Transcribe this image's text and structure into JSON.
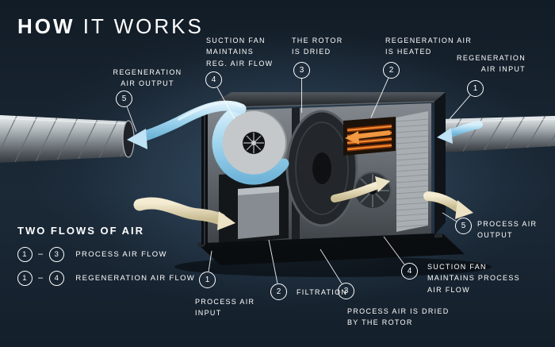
{
  "title": {
    "bold": "HOW",
    "rest": " IT WORKS"
  },
  "colors": {
    "background": "#1b2937",
    "accent_blue": "#9fd4ee",
    "process_cream": "#e9dfbe",
    "heater_orange": "#f08a2e",
    "text": "#ffffff"
  },
  "legend": {
    "heading": "TWO FLOWS OF AIR",
    "separator": "–",
    "rows": [
      {
        "from": "1",
        "to": "3",
        "label": "PROCESS AIR FLOW"
      },
      {
        "from": "1",
        "to": "4",
        "label": "REGENERATION AIR FLOW"
      }
    ]
  },
  "callouts": {
    "top": [
      {
        "num": "5",
        "label": "REGENERATION\nAIR OUTPUT"
      },
      {
        "num": "4",
        "label": "SUCTION FAN\nMAINTAINS\nREG. AIR FLOW"
      },
      {
        "num": "3",
        "label": "THE ROTOR\nIS DRIED"
      },
      {
        "num": "2",
        "label": "REGENERATION AIR\nIS HEATED"
      },
      {
        "num": "1",
        "label": "REGENERATION\nAIR INPUT"
      }
    ],
    "bottom": [
      {
        "num": "1",
        "label": "PROCESS AIR\nINPUT"
      },
      {
        "num": "2",
        "label": "FILTRATION"
      },
      {
        "num": "3",
        "label": "PROCESS AIR IS DRIED\nBY THE ROTOR"
      },
      {
        "num": "4",
        "label": "SUCTION FAN\nMAINTAINS PROCESS\nAIR FLOW"
      },
      {
        "num": "5",
        "label": "PROCESS AIR\nOUTPUT"
      }
    ]
  }
}
